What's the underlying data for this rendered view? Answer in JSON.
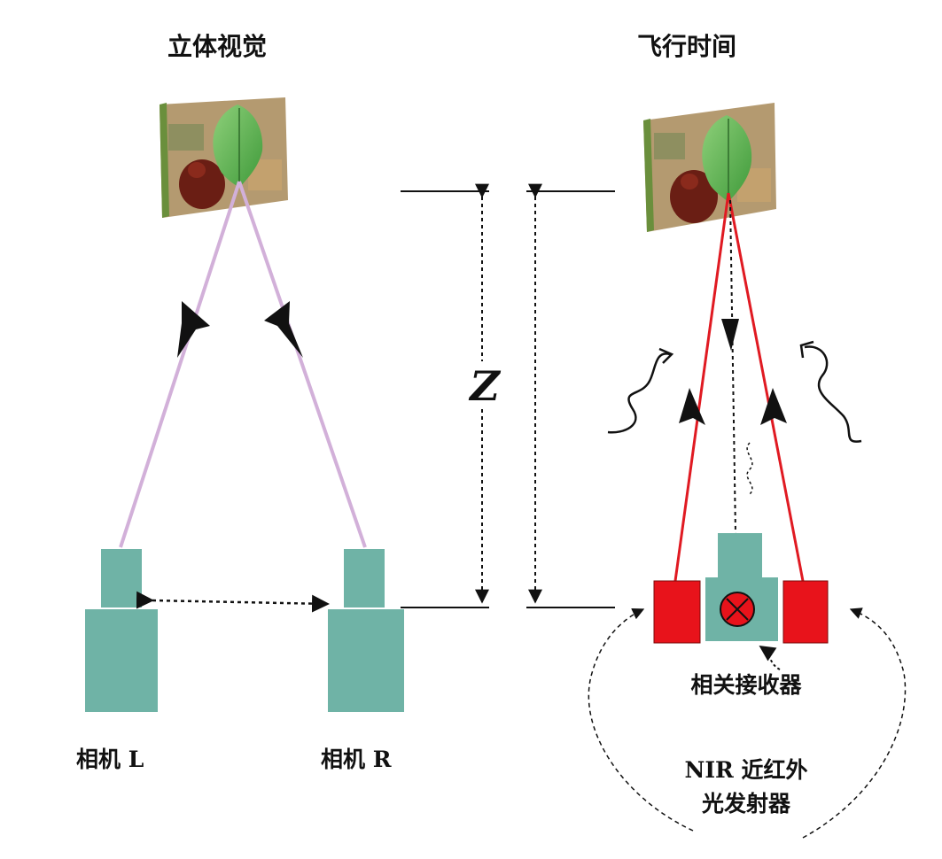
{
  "stereo": {
    "title": "立体视觉",
    "camera_left_label": "相机 L",
    "camera_right_label": "相机 R"
  },
  "tof": {
    "title": "飞行时间",
    "receiver_label": "相关接收器",
    "emitter_label_line1": "NIR 近红外",
    "emitter_label_line2": "光发射器"
  },
  "depth_symbol": "Z",
  "colors": {
    "camera_body": "#6fb3a6",
    "emitter_red": "#e8131b",
    "stereo_ray": "#d2b0d9",
    "tof_ray": "#e01a22",
    "receiver_lens": "#e8131b"
  }
}
